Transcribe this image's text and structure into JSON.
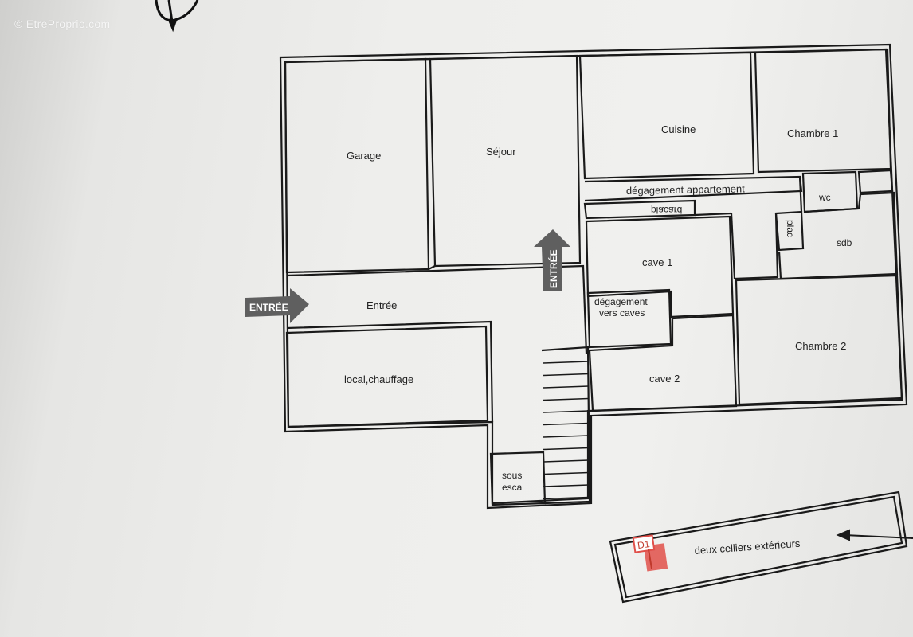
{
  "watermark": "© EtreProprio.com",
  "rooms": {
    "garage": "Garage",
    "sejour": "Séjour",
    "cuisine": "Cuisine",
    "chambre1": "Chambre 1",
    "degagement_appartement": "dégagement appartement",
    "placard": "placard",
    "wc": "wc",
    "plac": "plac",
    "sdb": "sdb",
    "cave1": "cave 1",
    "entree": "Entrée",
    "degagement_caves_line1": "dégagement",
    "degagement_caves_line2": "vers caves",
    "chambre2": "Chambre 2",
    "local_chauffage": "local,chauffage",
    "cave2": "cave 2",
    "sous_esca_line1": "sous",
    "sous_esca_line2": "esca",
    "celliers": "deux celliers extérieurs"
  },
  "arrows": {
    "entree_left": "ENTRÉE",
    "entree_up": "ENTRÉE"
  },
  "marker": {
    "label": "D1",
    "color": "#e0504a"
  },
  "colors": {
    "wall": "#1a1a1a",
    "arrow": "#5f5f5f"
  }
}
